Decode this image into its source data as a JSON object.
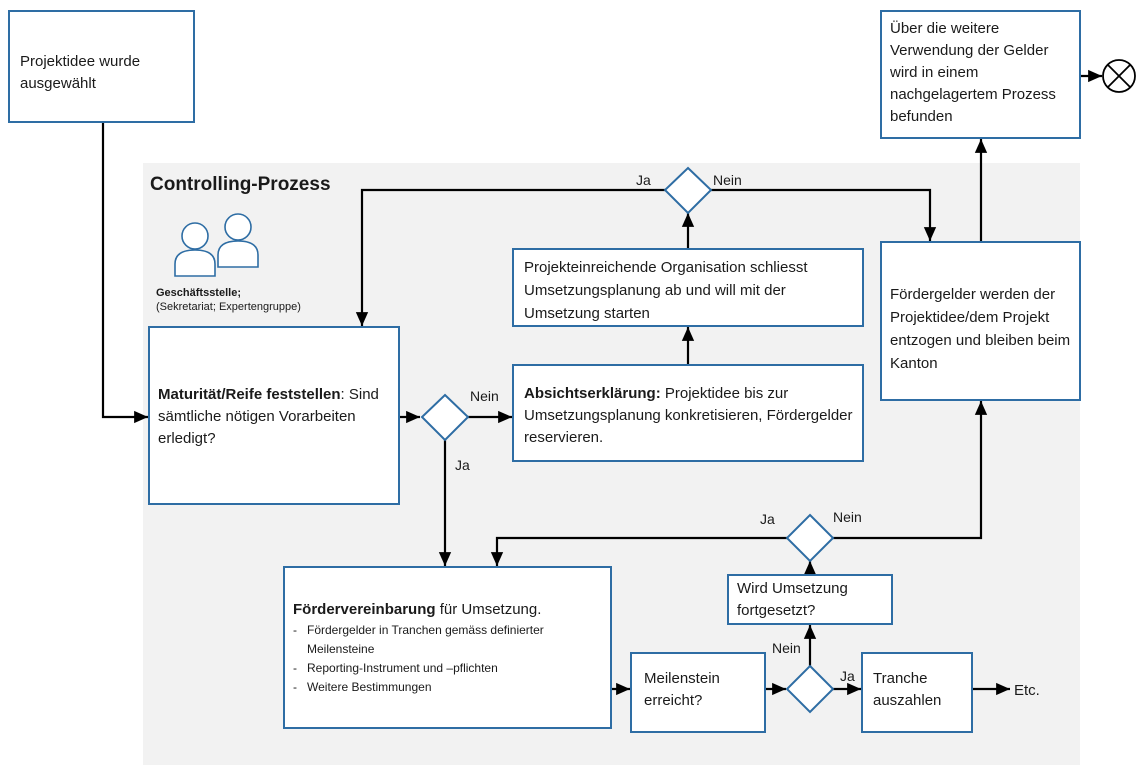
{
  "title": "Controlling-Prozess",
  "actor": {
    "title": "Geschäftsstelle;",
    "subtitle": "(Sekretariat; Expertengruppe)"
  },
  "nodes": {
    "start": "Projektidee wurde ausgewählt",
    "end": "Über die weitere Verwendung der Gelder wird in einem nachgelagertem Prozess befunden",
    "maturity_bold": "Maturität/Reife feststellen",
    "maturity_rest": ": Sind sämtliche nötigen Vorarbeiten erledigt?",
    "intent_bold": "Absichtserklärung:",
    "intent_rest": " Projektidee bis zur Umsetzungsplanung konkretisieren, Fördergelder reservieren.",
    "org": "Projekteinreichende Organisation schliesst Umsetzungsplanung ab und will mit der Umsetzung starten",
    "withdraw": "Fördergelder werden der Projektidee/dem Projekt entzogen und bleiben beim Kanton",
    "agreement_bold": "Fördervereinbarung",
    "agreement_rest": " für Umsetzung.",
    "agreement_items": [
      "Fördergelder in Tranchen gemäss definierter Meilensteine",
      "Reporting-Instrument und –pflichten",
      "Weitere Bestimmungen"
    ],
    "milestone": "Meilenstein erreicht?",
    "continue": "Wird Umsetzung fortgesetzt?",
    "tranche": "Tranche auszahlen"
  },
  "labels": {
    "ja_top": "Ja",
    "nein_top": "Nein",
    "nein_d1": "Nein",
    "ja_d1": "Ja",
    "ja_d3": "Ja",
    "nein_d3": "Nein",
    "nein_d4": "Nein",
    "ja_d4": "Ja",
    "etc": "Etc."
  },
  "colors": {
    "box_border": "#2e6da4",
    "region_bg": "#f2f2f2",
    "connector": "#000000"
  }
}
